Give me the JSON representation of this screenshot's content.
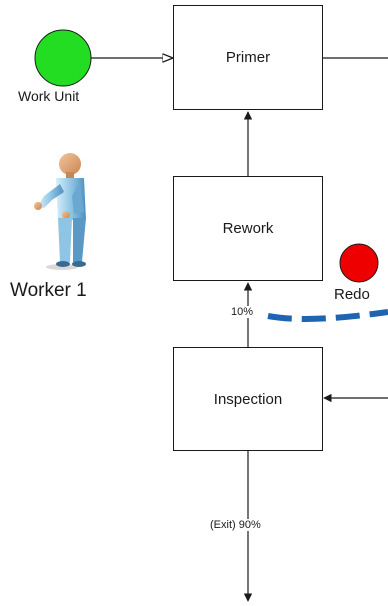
{
  "diagram": {
    "nodes": {
      "primer": {
        "label": "Primer"
      },
      "rework": {
        "label": "Rework"
      },
      "inspection": {
        "label": "Inspection"
      }
    },
    "start_event": {
      "label": "Work Unit",
      "color": "#22dd22"
    },
    "redo_event": {
      "label": "Redo",
      "color": "#ee0000"
    },
    "worker": {
      "label": "Worker 1",
      "icon": "worker-person-icon"
    },
    "edges": {
      "rework_percent": "10%",
      "exit_percent": "(Exit) 90%"
    },
    "colors": {
      "line": "#1a1a1a",
      "dashed_connector": "#1e64b0"
    }
  }
}
